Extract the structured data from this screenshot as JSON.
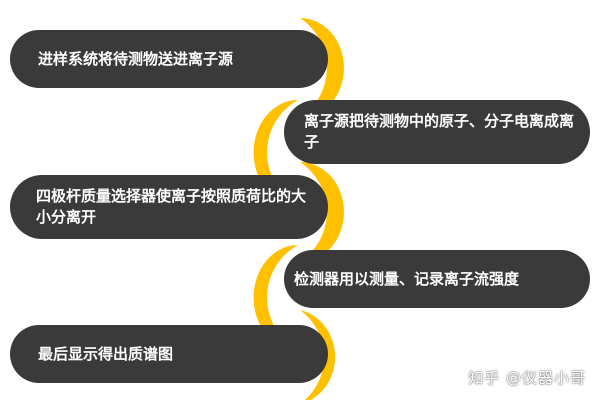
{
  "colors": {
    "pill": "#3a3a3a",
    "accent": "#ffc000",
    "text": "#ffffff"
  },
  "steps": [
    {
      "label": "进样系统将待测物送进离子源"
    },
    {
      "label": "离子源把待测物中的原子、分子电离成离子"
    },
    {
      "label": "四极杆质量选择器使离子按照质荷比的大小分离开"
    },
    {
      "label": "检测器用以测量、记录离子流强度"
    },
    {
      "label": "最后显示得出质谱图"
    }
  ],
  "watermark": "知乎 @仪器小哥"
}
